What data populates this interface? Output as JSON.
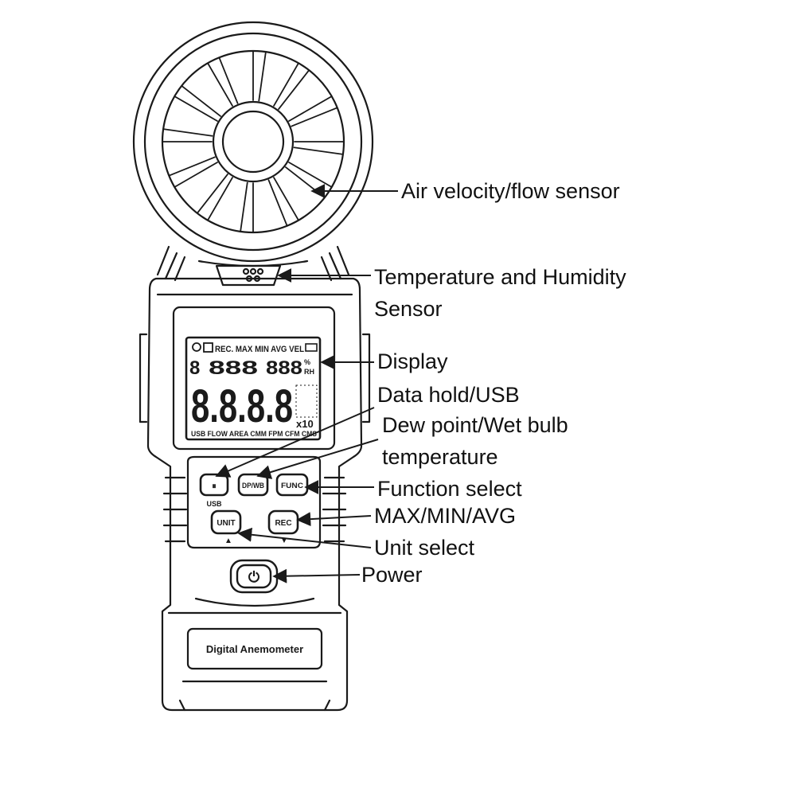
{
  "device": {
    "model_label": "Digital Anemometer",
    "lcd": {
      "top_row": "REC. MAX MIN AVG VEL",
      "small_digits": "888",
      "small_digits_2": "888",
      "unit_percent": "%",
      "unit_rh": "RH",
      "big_digits": "8.8.8.8",
      "multiplier": "x10",
      "bottom_row": "USB FLOW AREA CMM FPM CFM CMS"
    },
    "buttons": {
      "hold_symbol": "⏸",
      "hold_sublabel": "USB",
      "dpwb": "DP/WB",
      "func": "FUNC",
      "unit": "UNIT",
      "rec": "REC",
      "unit_arrow": "▲",
      "rec_arrow": "▼",
      "power_symbol": "⏻"
    }
  },
  "callouts": {
    "air_velocity": "Air velocity/flow sensor",
    "temp_humidity_line1": "Temperature and Humidity",
    "temp_humidity_line2": "Sensor",
    "display": "Display",
    "data_hold": "Data hold/USB",
    "dew_point_line1": "Dew point/Wet bulb",
    "dew_point_line2": "temperature",
    "function_select": "Function select",
    "max_min_avg": "MAX/MIN/AVG",
    "unit_select": "Unit select",
    "power": "Power"
  },
  "colors": {
    "line": "#1a1a1a",
    "background": "#ffffff"
  }
}
